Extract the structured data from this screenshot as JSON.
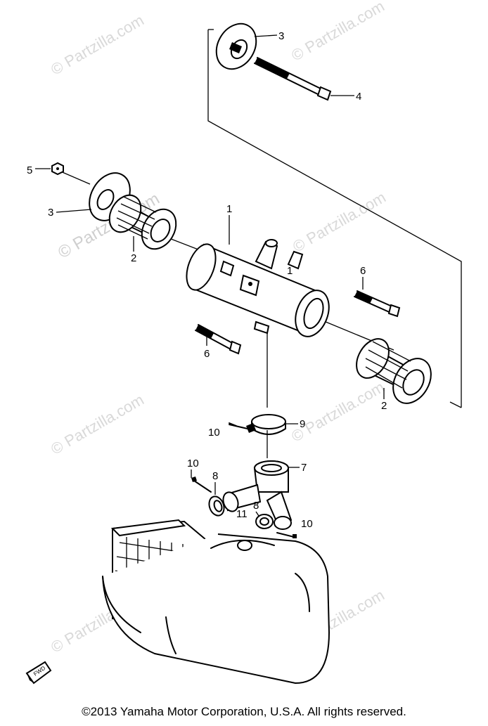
{
  "watermark": "© Partzilla.com",
  "callouts": {
    "c1": "1",
    "c1b": "1",
    "c2a": "2",
    "c2b": "2",
    "c3a": "3",
    "c3b": "3",
    "c4": "4",
    "c5": "5",
    "c6a": "6",
    "c6b": "6",
    "c7": "7",
    "c8a": "8",
    "c8b": "8",
    "c9": "9",
    "c10a": "10",
    "c10b": "10",
    "c10c": "10",
    "c11": "11"
  },
  "fwd_label": "FWD",
  "copyright": "©2013 Yamaha Motor Corporation, U.S.A. All rights reserved."
}
